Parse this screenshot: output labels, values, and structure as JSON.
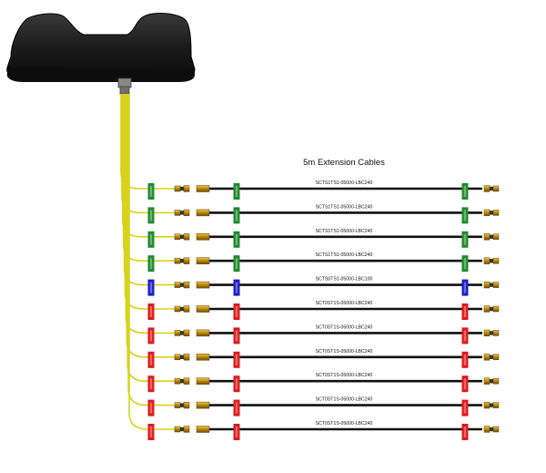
{
  "title": "5m Extension Cables",
  "colors": {
    "green": "#1f8a2c",
    "blue": "#1c1cc4",
    "red": "#dd1b1b",
    "yellow": "#d8d21c",
    "cable": "#111111",
    "gold": "#c99a1e",
    "housing": "#1a1a1a"
  },
  "cables": [
    {
      "part": "SCTS1TS1-05000-LBC240",
      "color": "green",
      "tags": [
        "",
        "",
        ""
      ]
    },
    {
      "part": "SCTS1TS1-05000-LBC240",
      "color": "green",
      "tags": [
        "",
        "",
        ""
      ]
    },
    {
      "part": "SCTS1TS1-05000-LBC240",
      "color": "green",
      "tags": [
        "",
        "",
        ""
      ]
    },
    {
      "part": "SCTS1TS1-05000-LBC240",
      "color": "green",
      "tags": [
        "",
        "",
        ""
      ]
    },
    {
      "part": "SCTS0TS1-05000-LBC100",
      "color": "blue",
      "tags": [
        "",
        "",
        ""
      ]
    },
    {
      "part": "SCT0ST1S-05000-LBC240",
      "color": "red",
      "tags": [
        "",
        "",
        ""
      ]
    },
    {
      "part": "SCT0ST1S-05000-LBC240",
      "color": "red",
      "tags": [
        "",
        "",
        ""
      ]
    },
    {
      "part": "SCT0ST1S-05000-LBC240",
      "color": "red",
      "tags": [
        "",
        "",
        ""
      ]
    },
    {
      "part": "SCT0ST1S-05000-LBC240",
      "color": "red",
      "tags": [
        "",
        "",
        ""
      ]
    },
    {
      "part": "SCT0ST1S-05000-LBC240",
      "color": "red",
      "tags": [
        "",
        "",
        ""
      ]
    },
    {
      "part": "SCT0ST1S-05000-LBC240",
      "color": "red",
      "tags": [
        "",
        "",
        ""
      ]
    }
  ]
}
